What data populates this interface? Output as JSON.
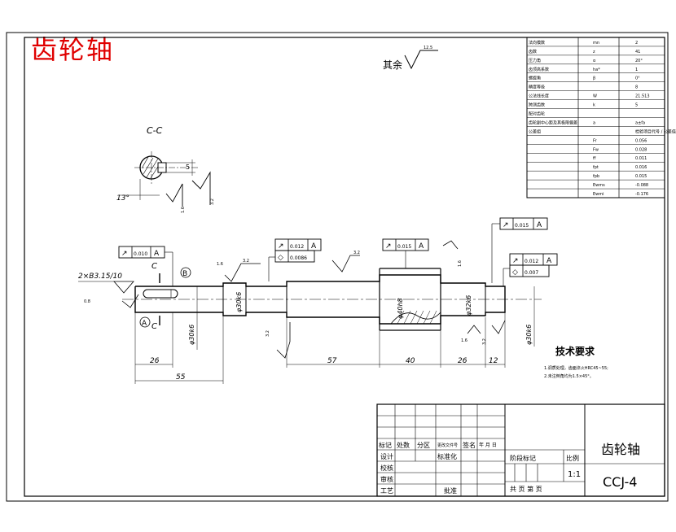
{
  "header": {
    "red_title": "齿轮轴"
  },
  "surface_note": {
    "text": "其余",
    "roughness": "12.5"
  },
  "section": {
    "label": "C-C",
    "dim_angle": "13°",
    "dim_depth": "5",
    "roughness_a": "1.6",
    "roughness_b": "3.2"
  },
  "spec_table": {
    "rows": [
      [
        "法向模数",
        "mn",
        "2"
      ],
      [
        "齿数",
        "z",
        "41"
      ],
      [
        "压力角",
        "α",
        "20°"
      ],
      [
        "齿顶高系数",
        "ha*",
        "1"
      ],
      [
        "螺旋角",
        "β",
        "0°"
      ],
      [
        "精度等级",
        "",
        "8"
      ],
      [
        "公法线长度",
        "W",
        "21.513"
      ],
      [
        "跨测齿数",
        "k",
        "5"
      ],
      [
        "配对齿轮",
        "",
        ""
      ],
      [
        "齿轮副中心距及其极限偏差",
        "a",
        "a±fa"
      ],
      [
        "公差组",
        "",
        "检验项目代号 / 公差值"
      ],
      [
        "",
        "Fr",
        "0.056"
      ],
      [
        "",
        "Fw",
        "0.028"
      ],
      [
        "",
        "ff",
        "0.011"
      ],
      [
        "",
        "fpt",
        "0.016"
      ],
      [
        "",
        "fpb",
        "0.015"
      ],
      [
        "",
        "Ewms",
        "-0.088"
      ],
      [
        "",
        "Ewmi",
        "-0.176"
      ]
    ]
  },
  "shaft": {
    "chamfer": "2×B3.15/10",
    "datum_a": "A",
    "datum_b": "B",
    "section_mark": "C",
    "dim_26a": "26",
    "dim_55": "55",
    "dim_57": "57",
    "dim_40": "40",
    "dim_26b": "26",
    "dim_12": "12",
    "dia_left": "φ30k6",
    "dia_gear": "φ40h8",
    "dia_mid": "φ32k6",
    "dia_right": "φ30k6",
    "tol_left": {
      "sym": "↗",
      "val": "0.010",
      "ref": "A"
    },
    "tol_mid": {
      "sym": "↗",
      "val": "0.012",
      "ref": "A"
    },
    "tol_mid2": {
      "sym": "◇",
      "val": "0.0086"
    },
    "tol_gear": {
      "sym": "↗",
      "val": "0.015",
      "ref": "A"
    },
    "tol_right": {
      "sym": "↗",
      "val": "0.015",
      "ref": "A"
    },
    "tol_right2": {
      "sym": "↗",
      "val": "0.012",
      "ref": "A"
    },
    "tol_right3": {
      "sym": "◇",
      "val": "0.007"
    },
    "ra_16": "1.6",
    "ra_32": "3.2",
    "ra_08": "0.8"
  },
  "tech": {
    "title": "技术要求",
    "line1": "1.调质处理，齿面淬火HRC45~55;",
    "line2": "2.未注倒角均为1.5×45°。"
  },
  "title_block": {
    "part_name": "齿轮轴",
    "drawing_no": "CCJ-4",
    "scale_label": "比例",
    "scale": "1:1",
    "stage_label": "阶段标记",
    "sheets": "共  页  第  页",
    "r_mark": "标记",
    "r_count": "处数",
    "r_zone": "分区",
    "r_docno": "更改文件号",
    "r_sign": "签名",
    "r_date": "年 月 日",
    "r_design": "设计",
    "r_std": "标准化",
    "r_check": "校核",
    "r_review": "审核",
    "r_process": "工艺",
    "r_approve": "批准"
  }
}
